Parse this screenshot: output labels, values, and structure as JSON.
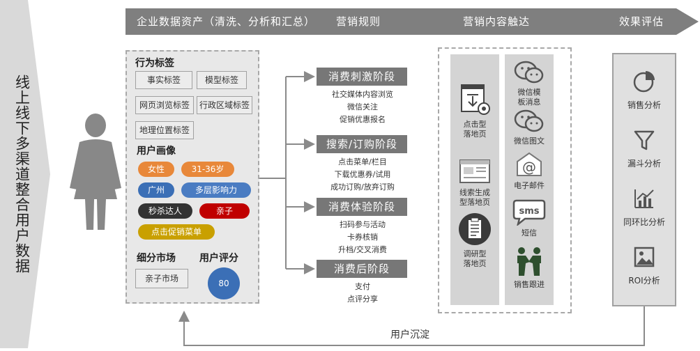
{
  "left_banner": {
    "title": "线上线下多渠道整合用户数据"
  },
  "stages": [
    {
      "label": "企业数据资产（清洗、分析和汇总）"
    },
    {
      "label": "营销规则"
    },
    {
      "label": "营销内容触达"
    },
    {
      "label": "效果评估"
    }
  ],
  "tag_panel": {
    "behavior_title": "行为标签",
    "behavior_tags": [
      "事实标签",
      "模型标签",
      "网页浏览标签",
      "行政区域标签",
      "地理位置标签"
    ],
    "profile_title": "用户画像",
    "profile_tags": [
      {
        "label": "女性",
        "color": "#e8883a"
      },
      {
        "label": "31-36岁",
        "color": "#e8883a"
      },
      {
        "label": "广州",
        "color": "#3b6fb6"
      },
      {
        "label": "多层影响力",
        "color": "#4a7cc2"
      },
      {
        "label": "秒杀达人",
        "color": "#333333"
      },
      {
        "label": "亲子",
        "color": "#c00000"
      },
      {
        "label": "点击促销菜单",
        "color": "#c9a000"
      }
    ],
    "segment_title": "细分市场",
    "segment_value": "亲子市场",
    "score_title": "用户评分",
    "score_value": "80"
  },
  "rule_stages": [
    {
      "title": "消费刺激阶段",
      "items": [
        "社交媒体内容浏览",
        "微信关注",
        "促销优惠报名"
      ]
    },
    {
      "title": "搜索/订购阶段",
      "items": [
        "点击菜单/栏目",
        "下载优惠券/试用",
        "成功订购/放弃订购"
      ]
    },
    {
      "title": "消费体验阶段",
      "items": [
        "扫码参与活动",
        "卡券核销",
        "升档/交叉消费"
      ]
    },
    {
      "title": "消费后阶段",
      "items": [
        "支付",
        "点评分享"
      ]
    }
  ],
  "channels_left": [
    {
      "icon": "landing-page-gear-icon",
      "label_lines": [
        "点击型",
        "落地页"
      ]
    },
    {
      "icon": "lead-form-page-icon",
      "label_lines": [
        "线索生成",
        "型落地页"
      ]
    },
    {
      "icon": "survey-clipboard-icon",
      "label_lines": [
        "调研型",
        "落地页"
      ]
    }
  ],
  "channels_right": [
    {
      "icon": "wechat-icon",
      "label_lines": [
        "微信模",
        "板消息"
      ]
    },
    {
      "icon": "wechat-icon",
      "label_lines": [
        "微信图文"
      ]
    },
    {
      "icon": "email-icon",
      "label_lines": [
        "电子邮件"
      ]
    },
    {
      "icon": "sms-icon",
      "label_lines": [
        "短信"
      ]
    },
    {
      "icon": "handshake-icon",
      "label_lines": [
        "销售跟进"
      ]
    }
  ],
  "evaluation": [
    {
      "icon": "pie-chart-icon",
      "label": "销售分析"
    },
    {
      "icon": "funnel-icon",
      "label": "漏斗分析"
    },
    {
      "icon": "trend-chart-icon",
      "label": "同环比分析"
    },
    {
      "icon": "image-report-icon",
      "label": "ROI分析"
    }
  ],
  "feedback_label": "用户沉淀"
}
